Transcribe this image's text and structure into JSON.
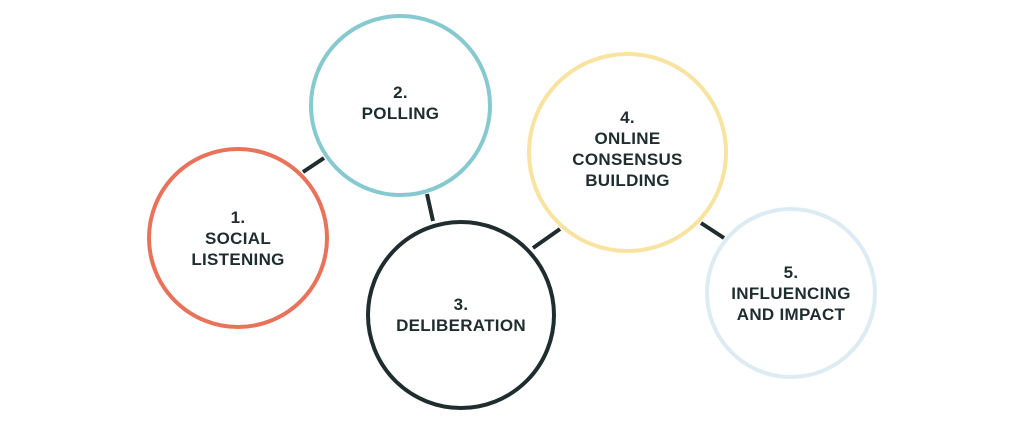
{
  "steps": [
    {
      "number": "1.",
      "lines": [
        "SOCIAL",
        "LISTENING"
      ],
      "color": "#e8735a"
    },
    {
      "number": "2.",
      "lines": [
        "POLLING"
      ],
      "color": "#86c9cf"
    },
    {
      "number": "3.",
      "lines": [
        "DELIBERATION"
      ],
      "color": "#1f2d2f"
    },
    {
      "number": "4.",
      "lines": [
        "ONLINE",
        "CONSENSUS",
        "BUILDING"
      ],
      "color": "#f8e3a0"
    },
    {
      "number": "5.",
      "lines": [
        "INFLUENCING",
        "AND IMPACT"
      ],
      "color": "#dcecf2"
    }
  ],
  "text_color": "#1f2d2f",
  "connector_color": "#1f2d2f"
}
